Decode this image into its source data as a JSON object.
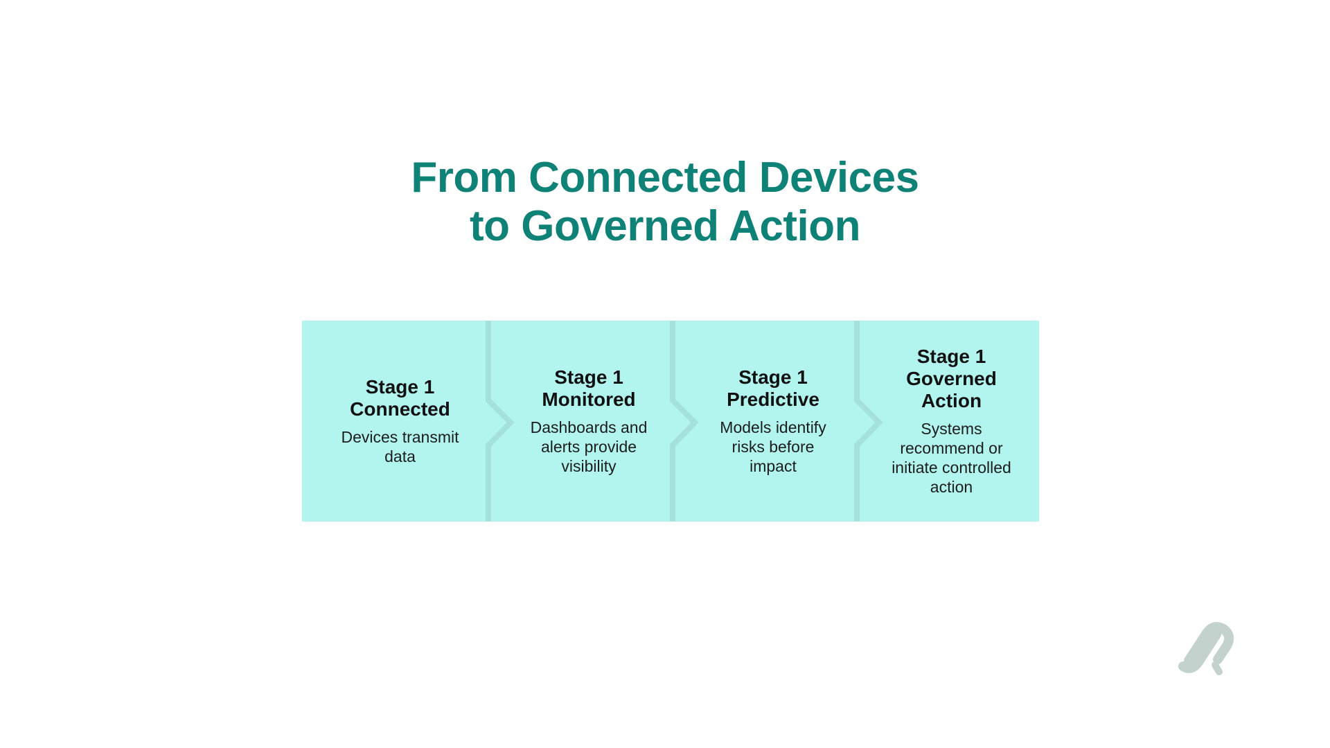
{
  "title": {
    "line1": "From Connected Devices",
    "line2": "to Governed Action"
  },
  "colors": {
    "title": "#0e8276",
    "stage_fill": "#b2f5ee",
    "divider": "#a3e1da",
    "logo": "#c3d2cd"
  },
  "stages": [
    {
      "label": "Stage 1",
      "name_lines": [
        "Connected"
      ],
      "desc_lines": [
        "Devices transmit",
        "data"
      ]
    },
    {
      "label": "Stage 1",
      "name_lines": [
        "Monitored"
      ],
      "desc_lines": [
        "Dashboards and",
        "alerts provide",
        "visibility"
      ]
    },
    {
      "label": "Stage 1",
      "name_lines": [
        "Predictive"
      ],
      "desc_lines": [
        "Models identify",
        "risks before",
        "impact"
      ]
    },
    {
      "label": "Stage 1",
      "name_lines": [
        "Governed",
        "Action"
      ],
      "desc_lines": [
        "Systems",
        "recommend or",
        "initiate controlled",
        "action"
      ]
    }
  ],
  "logo_icon": "brand-link-icon"
}
